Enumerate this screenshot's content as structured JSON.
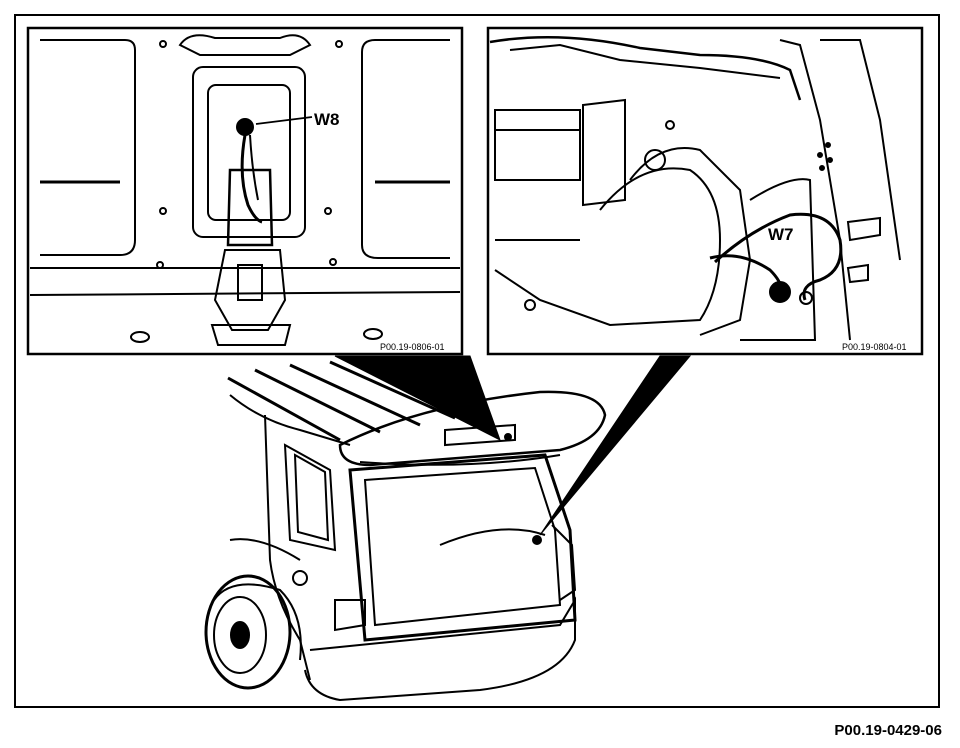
{
  "callouts": {
    "w8": "W8",
    "w7": "W7"
  },
  "inset_codes": {
    "left": "P00.19-0806-01",
    "right": "P00.19-0804-01"
  },
  "figure_code": "P00.19-0429-06"
}
